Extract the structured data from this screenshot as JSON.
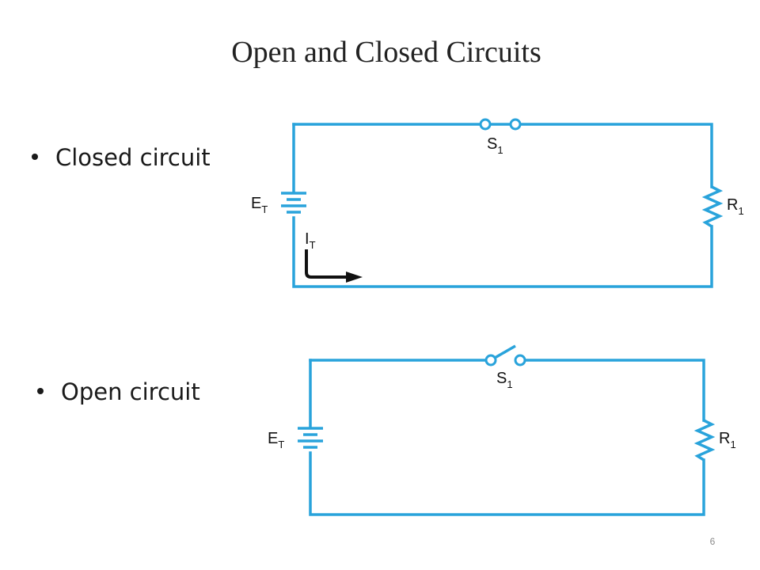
{
  "slide": {
    "title": "Open and Closed Circuits",
    "page_number": "6"
  },
  "bullets": [
    {
      "text": "Closed circuit"
    },
    {
      "text": "Open circuit"
    }
  ],
  "colors": {
    "wire": "#29a3db",
    "text": "#111111",
    "arrow": "#111111"
  },
  "diagrams": {
    "closed": {
      "state": "closed",
      "switch": {
        "letter": "S",
        "sub": "1"
      },
      "source": {
        "letter": "E",
        "sub": "T"
      },
      "resistor": {
        "letter": "R",
        "sub": "1"
      },
      "current": {
        "letter": "I",
        "sub": "T"
      }
    },
    "open": {
      "state": "open",
      "switch": {
        "letter": "S",
        "sub": "1"
      },
      "source": {
        "letter": "E",
        "sub": "T"
      },
      "resistor": {
        "letter": "R",
        "sub": "1"
      }
    }
  }
}
